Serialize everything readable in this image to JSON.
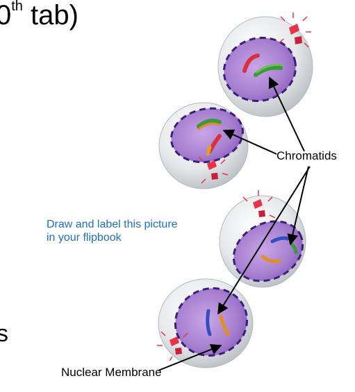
{
  "title": {
    "prefix": "0",
    "superscript": "th",
    "suffix": " tab)"
  },
  "edge_letter": "s",
  "instruction": "Draw and label this picture in your flipbook",
  "labels": {
    "chromatids": "Chromatids",
    "nuclear_membrane": "Nuclear Membrane"
  },
  "colors": {
    "cell_fill": "#e6e8ea",
    "nucleus_fill": "#b48ad6",
    "membrane_stroke": "#3a1f7a",
    "centrosome_red": "#e8324a",
    "instruction_text": "#1f6fbf"
  }
}
